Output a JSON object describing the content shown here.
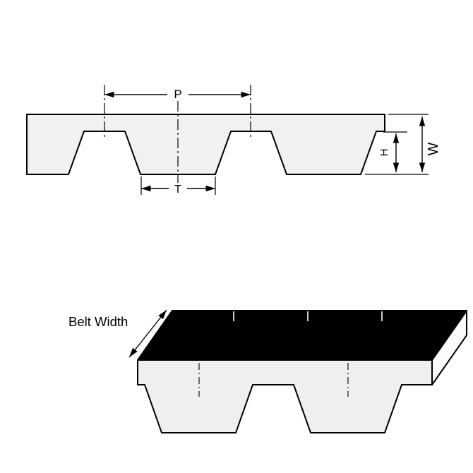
{
  "labels": {
    "pitch": "P",
    "tooth_width": "T",
    "tooth_height": "H",
    "belt_thickness": "W",
    "belt_width": "Belt Width"
  },
  "colors": {
    "line": "#000000",
    "belt_fill": "#f1f1f1",
    "top_face": "#000000",
    "front_face": "#efefef",
    "end_face": "#fbfbfb",
    "background": "#ffffff"
  }
}
